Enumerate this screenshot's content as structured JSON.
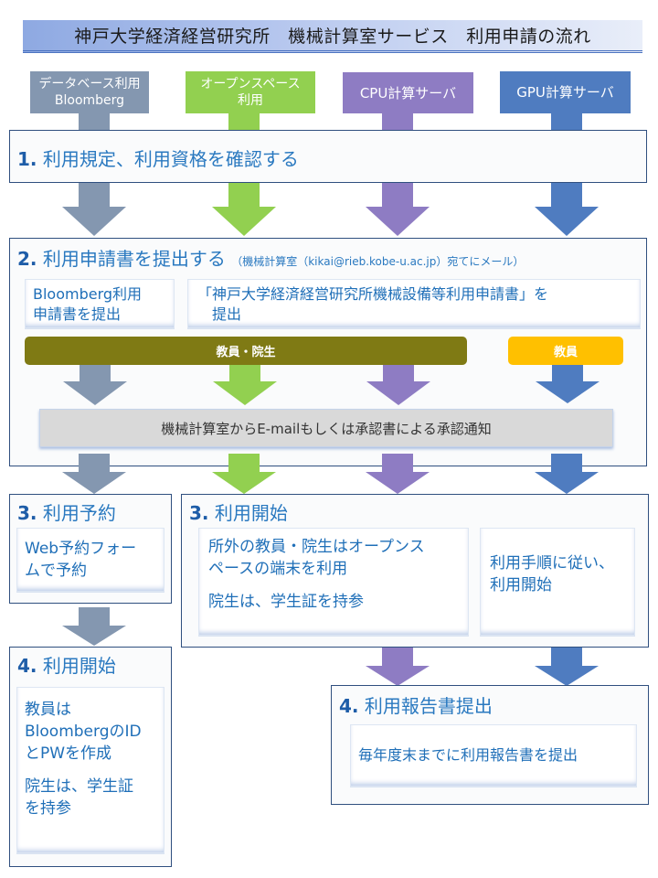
{
  "title": "神戸大学経済経営研究所　機械計算室サービス　利用申請の流れ",
  "colors": {
    "database": "#8497b0",
    "openspace": "#92d050",
    "cpu": "#8e7cc3",
    "gpu": "#4f7cc0",
    "faculty_students_band": "#7f7a14",
    "faculty_band": "#ffc000",
    "heading_text": "#2a79c0",
    "border": "#2f4f7f"
  },
  "categories": [
    {
      "id": "database",
      "label_line1": "データベース利用",
      "label_line2": "Bloomberg"
    },
    {
      "id": "openspace",
      "label_line1": "オープンスペース",
      "label_line2": "利用"
    },
    {
      "id": "cpu",
      "label_line1": "CPU計算サーバ",
      "label_line2": ""
    },
    {
      "id": "gpu",
      "label_line1": "GPU計算サーバ",
      "label_line2": ""
    }
  ],
  "step1": {
    "num": "1.",
    "title": "利用規定、利用資格を確認する"
  },
  "step2": {
    "num": "2.",
    "title": "利用申請書を提出する",
    "note": "（機械計算室（kikai@rieb.kobe-u.ac.jp）宛てにメール）",
    "bloomberg_form_line1": "Bloomberg利用",
    "bloomberg_form_line2": "申請書を提出",
    "rieb_form_line1": "「神戸大学経済経営研究所機械設備等利用申請書」を",
    "rieb_form_line2": "提出",
    "band_faculty_students": "教員・院生",
    "band_faculty": "教員",
    "approval_notice": "機械計算室からE-mailもしくは承認書による承認通知"
  },
  "step3_reserve": {
    "num": "3.",
    "title": "利用予約",
    "body_line1": "Web予約フォー",
    "body_line2": "ムで予約"
  },
  "step3_start": {
    "num": "3.",
    "title": "利用開始",
    "openspace_line1": "所外の教員・院生はオープンス",
    "openspace_line2": "ペースの端末を利用",
    "openspace_line3": "院生は、学生証を持参",
    "server_line1": "利用手順に従い、",
    "server_line2": "利用開始"
  },
  "step4_start": {
    "num": "4.",
    "title": "利用開始",
    "line1": "教員は",
    "line2": "BloombergのID",
    "line3": "とPWを作成",
    "line4": "院生は、学生証",
    "line5": "を持参"
  },
  "step4_report": {
    "num": "4.",
    "title": "利用報告書提出",
    "body": "毎年度末までに利用報告書を提出"
  }
}
